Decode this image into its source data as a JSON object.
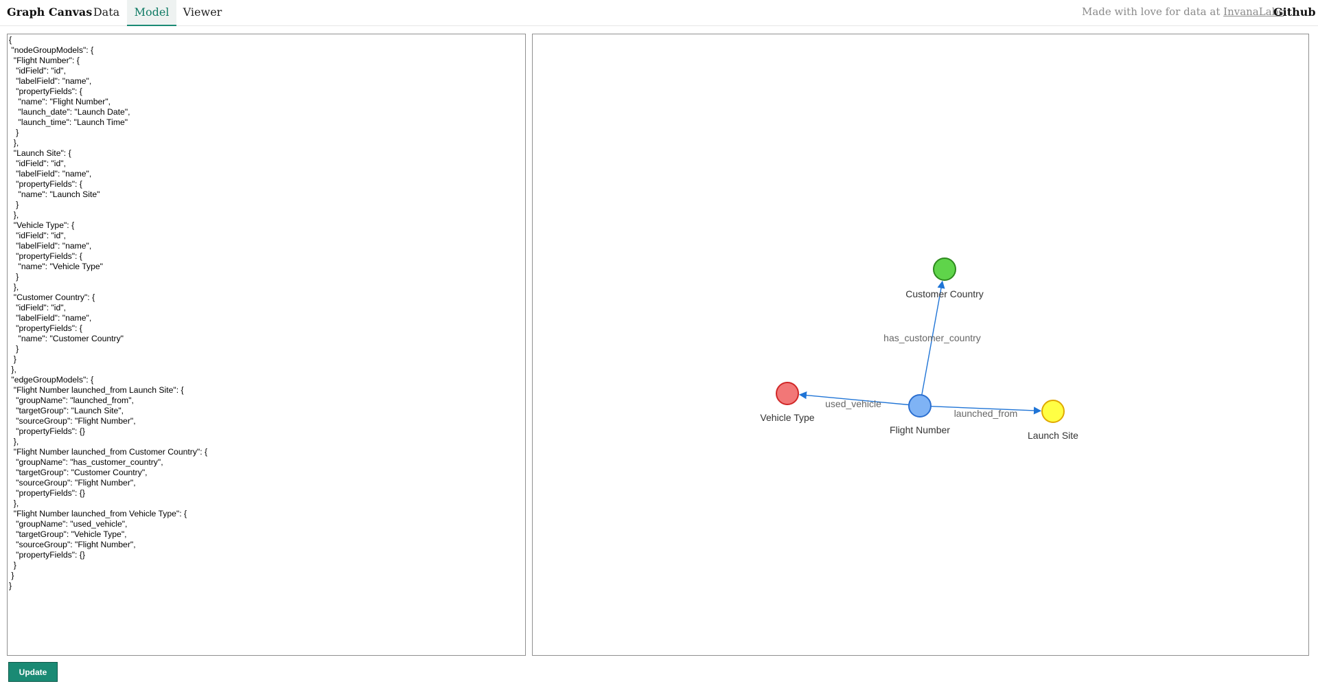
{
  "header": {
    "brand": "Graph Canvas",
    "tabs": [
      {
        "label": "Data",
        "active": false
      },
      {
        "label": "Model",
        "active": true
      },
      {
        "label": "Viewer",
        "active": false
      }
    ],
    "tagline_prefix": "Made with love for data at ",
    "tagline_link": "InvanaLabs",
    "github": "Github"
  },
  "editor": {
    "content": "{\n \"nodeGroupModels\": {\n  \"Flight Number\": {\n   \"idField\": \"id\",\n   \"labelField\": \"name\",\n   \"propertyFields\": {\n    \"name\": \"Flight Number\",\n    \"launch_date\": \"Launch Date\",\n    \"launch_time\": \"Launch Time\"\n   }\n  },\n  \"Launch Site\": {\n   \"idField\": \"id\",\n   \"labelField\": \"name\",\n   \"propertyFields\": {\n    \"name\": \"Launch Site\"\n   }\n  },\n  \"Vehicle Type\": {\n   \"idField\": \"id\",\n   \"labelField\": \"name\",\n   \"propertyFields\": {\n    \"name\": \"Vehicle Type\"\n   }\n  },\n  \"Customer Country\": {\n   \"idField\": \"id\",\n   \"labelField\": \"name\",\n   \"propertyFields\": {\n    \"name\": \"Customer Country\"\n   }\n  }\n },\n \"edgeGroupModels\": {\n  \"Flight Number launched_from Launch Site\": {\n   \"groupName\": \"launched_from\",\n   \"targetGroup\": \"Launch Site\",\n   \"sourceGroup\": \"Flight Number\",\n   \"propertyFields\": {}\n  },\n  \"Flight Number launched_from Customer Country\": {\n   \"groupName\": \"has_customer_country\",\n   \"targetGroup\": \"Customer Country\",\n   \"sourceGroup\": \"Flight Number\",\n   \"propertyFields\": {}\n  },\n  \"Flight Number launched_from Vehicle Type\": {\n   \"groupName\": \"used_vehicle\",\n   \"targetGroup\": \"Vehicle Type\",\n   \"sourceGroup\": \"Flight Number\",\n   \"propertyFields\": {}\n  }\n }\n}"
  },
  "graph": {
    "nodes": [
      {
        "label": "Flight Number",
        "fill": "#7fb3f5",
        "stroke": "#2b6fd0"
      },
      {
        "label": "Customer Country",
        "fill": "#5fd44a",
        "stroke": "#2e8a1e"
      },
      {
        "label": "Vehicle Type",
        "fill": "#f27777",
        "stroke": "#d02727"
      },
      {
        "label": "Launch Site",
        "fill": "#ffff44",
        "stroke": "#e0a800"
      }
    ],
    "edges": [
      {
        "label": "has_customer_country",
        "source": "Flight Number",
        "target": "Customer Country"
      },
      {
        "label": "used_vehicle",
        "source": "Flight Number",
        "target": "Vehicle Type"
      },
      {
        "label": "launched_from",
        "source": "Flight Number",
        "target": "Launch Site"
      }
    ],
    "edge_color": "#1f74d6"
  },
  "update_button": "Update"
}
